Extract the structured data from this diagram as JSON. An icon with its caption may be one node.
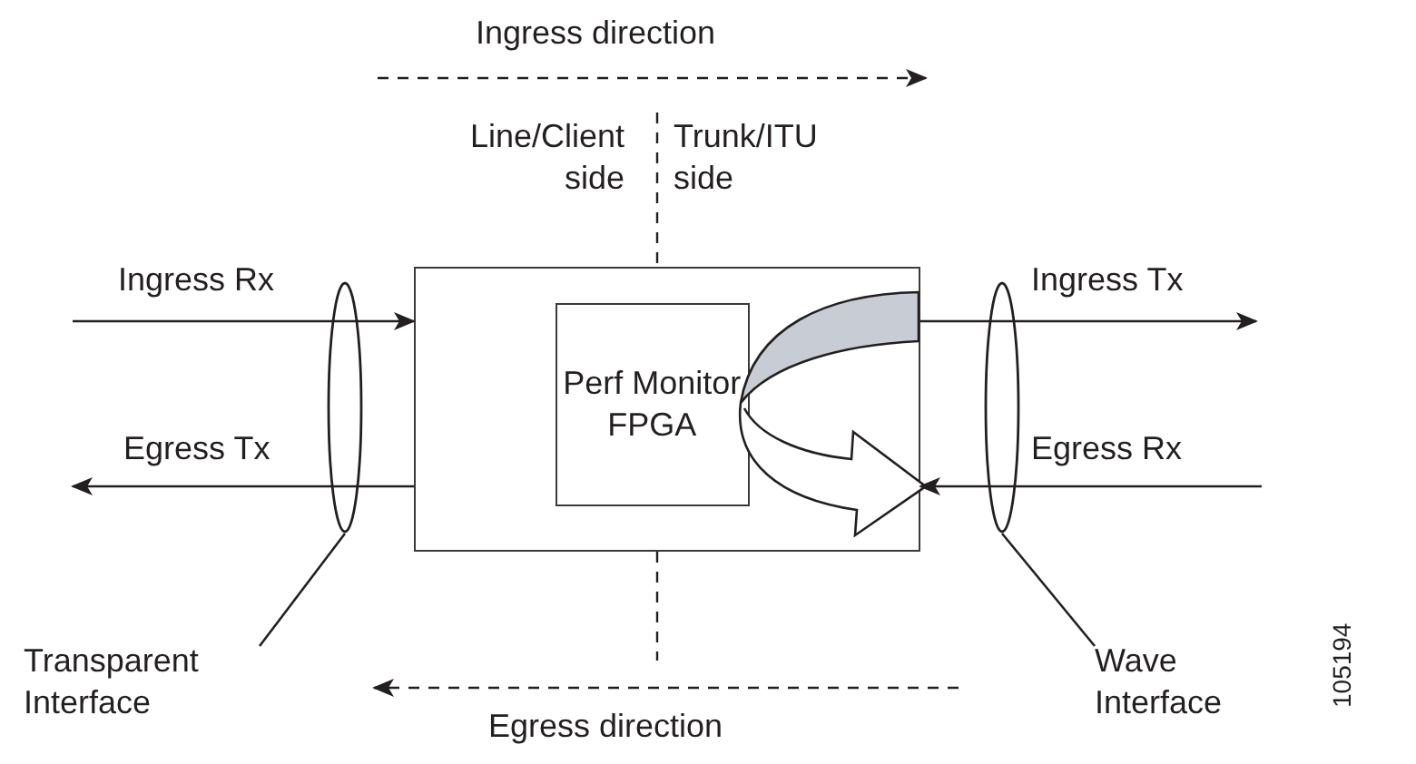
{
  "diagram": {
    "nodes": [
      {
        "text": [],
        "shape": "box"
      },
      {
        "text": [
          "Perf Monitor FPGA"
        ],
        "in": 0
      },
      {
        "text": [],
        "shape": "ellipse"
      },
      {
        "text": [],
        "shape": "ellipse"
      },
      {
        "text": [
          "Transparent Interface"
        ]
      },
      {
        "text": [
          "Wave Interface"
        ]
      }
    ],
    "edges": [
      {
        "from": null,
        "to": 0,
        "arrow": "to",
        "label": "Ingress Rx"
      },
      {
        "from": 0,
        "to": null,
        "arrow": "to",
        "label": "Egress Tx"
      },
      {
        "from": 0,
        "to": null,
        "arrow": "to",
        "label": "Ingress Tx"
      },
      {
        "from": null,
        "to": 0,
        "arrow": "to",
        "label": "Egress Rx"
      },
      {
        "from": 4,
        "to": 2,
        "arrow": "none"
      },
      {
        "from": 5,
        "to": 3,
        "arrow": "none"
      }
    ],
    "labels": [
      "Ingress direction",
      "Line/Client side",
      "Trunk/ITU side",
      "Egress direction",
      "105194"
    ]
  }
}
